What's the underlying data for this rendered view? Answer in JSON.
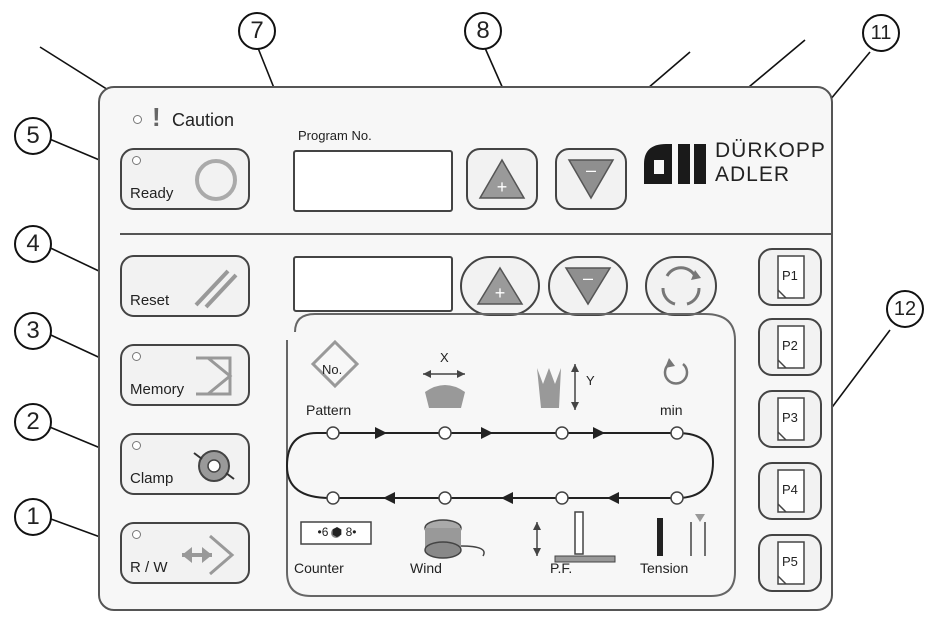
{
  "header": {
    "caution": "Caution",
    "program_no": "Program No."
  },
  "brand": {
    "line1": "DÜRKOPP",
    "line2": "ADLER"
  },
  "side_buttons": {
    "ready": "Ready",
    "reset": "Reset",
    "memory": "Memory",
    "clamp": "Clamp",
    "rw": "R / W"
  },
  "flow": {
    "pattern_top": "No.",
    "pattern": "Pattern",
    "x": "X",
    "y": "Y",
    "min": "min",
    "counter_digits": "•6 ⬢ 8•",
    "counter": "Counter",
    "wind": "Wind",
    "pf": "P.F.",
    "tension": "Tension"
  },
  "program_keys": [
    "P1",
    "P2",
    "P3",
    "P4",
    "P5"
  ],
  "callouts": [
    "1",
    "2",
    "3",
    "4",
    "5",
    "7",
    "8",
    "11",
    "12"
  ],
  "colors": {
    "plus_arrow": "#9a9a9a",
    "minus_arrow": "#8f8f8f",
    "outline": "#444444"
  }
}
